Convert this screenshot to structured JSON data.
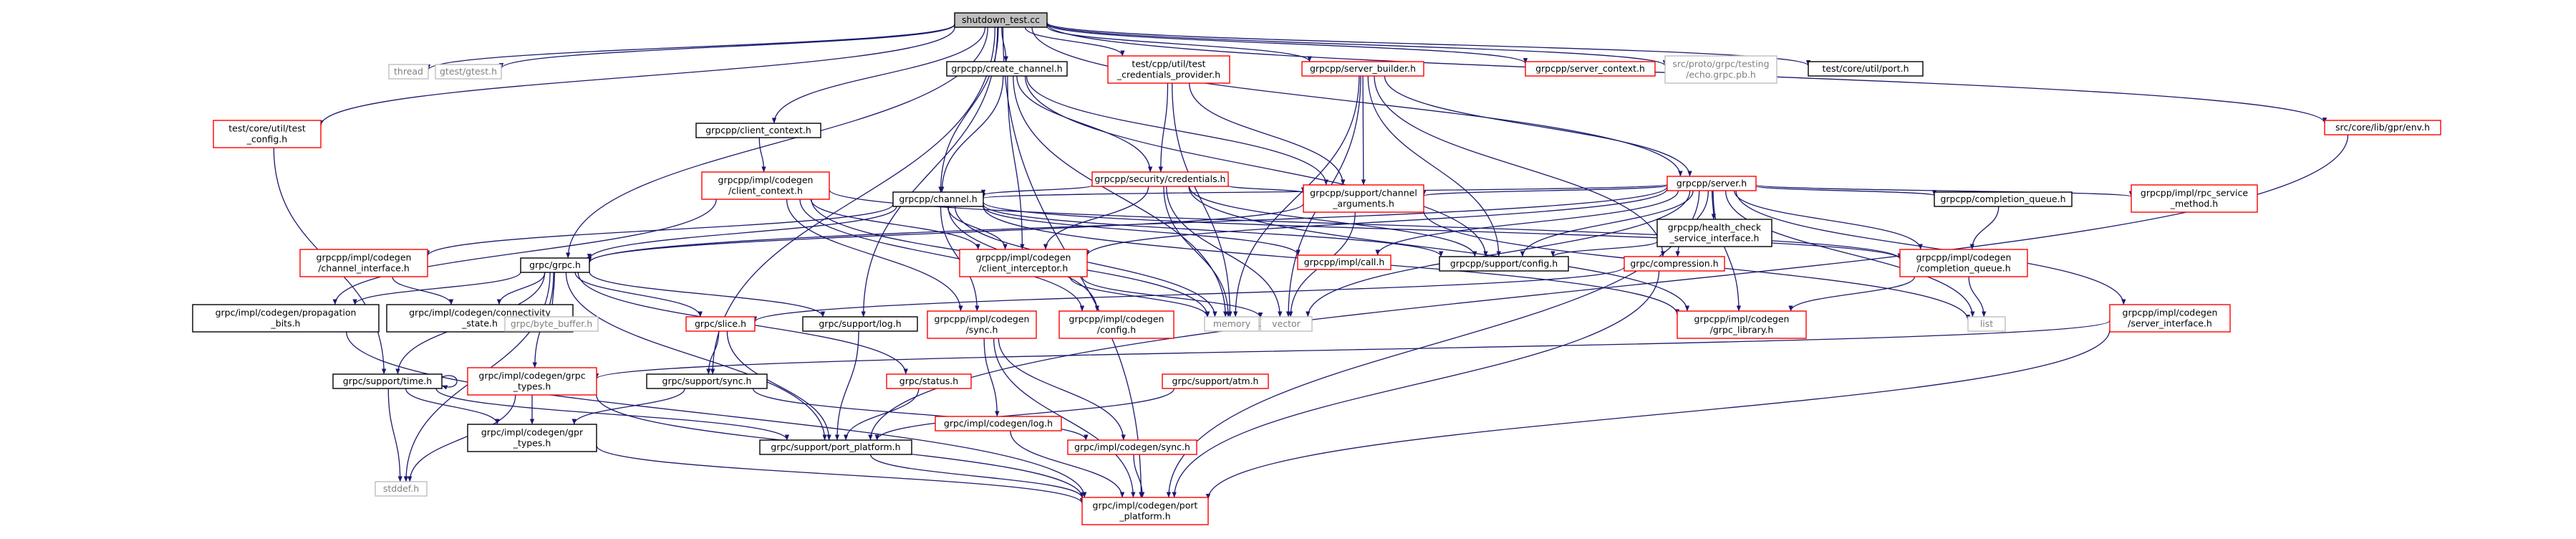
{
  "colors": {
    "edge": "#191970",
    "root_fill": "#bfbfbf",
    "box_black": "#000000",
    "box_red": "#ff0000",
    "box_gray": "#bfbfbf",
    "text": "#000000",
    "text_gray": "#808080"
  },
  "nodes": [
    {
      "id": "n0",
      "lines": [
        "shutdown_test.cc"
      ],
      "style": "root"
    },
    {
      "id": "n1",
      "lines": [
        "thread"
      ],
      "style": "gray"
    },
    {
      "id": "n2",
      "lines": [
        "gtest/gtest.h"
      ],
      "style": "gray"
    },
    {
      "id": "n3",
      "lines": [
        "test/core/util/test",
        "_config.h"
      ],
      "style": "red"
    },
    {
      "id": "n4",
      "lines": [
        "grpcpp/client_context.h"
      ],
      "style": "black"
    },
    {
      "id": "n5",
      "lines": [
        "grpcpp/create_channel.h"
      ],
      "style": "black"
    },
    {
      "id": "n6",
      "lines": [
        "test/cpp/util/test",
        "_credentials_provider.h"
      ],
      "style": "red"
    },
    {
      "id": "n7",
      "lines": [
        "grpcpp/server_builder.h"
      ],
      "style": "red"
    },
    {
      "id": "n8",
      "lines": [
        "grpcpp/server_context.h"
      ],
      "style": "red"
    },
    {
      "id": "n9",
      "lines": [
        "src/proto/grpc/testing",
        "/echo.grpc.pb.h"
      ],
      "style": "gray"
    },
    {
      "id": "n10",
      "lines": [
        "test/core/util/port.h"
      ],
      "style": "black"
    },
    {
      "id": "n11",
      "lines": [
        "grpcpp/impl/codegen",
        "/client_context.h"
      ],
      "style": "red"
    },
    {
      "id": "n12",
      "lines": [
        "grpcpp/security/credentials.h"
      ],
      "style": "red"
    },
    {
      "id": "n13",
      "lines": [
        "grpcpp/server.h"
      ],
      "style": "red"
    },
    {
      "id": "n14",
      "lines": [
        "src/core/lib/gpr/env.h"
      ],
      "style": "red"
    },
    {
      "id": "n15",
      "lines": [
        "grpcpp/channel.h"
      ],
      "style": "black"
    },
    {
      "id": "n16",
      "lines": [
        "grpcpp/support/channel",
        "_arguments.h"
      ],
      "style": "red"
    },
    {
      "id": "n17",
      "lines": [
        "grpcpp/health_check",
        "_service_interface.h"
      ],
      "style": "black"
    },
    {
      "id": "n18",
      "lines": [
        "grpcpp/completion_queue.h"
      ],
      "style": "black"
    },
    {
      "id": "n19",
      "lines": [
        "grpcpp/impl/rpc_service",
        "_method.h"
      ],
      "style": "red"
    },
    {
      "id": "n20",
      "lines": [
        "grpcpp/impl/codegen",
        "/channel_interface.h"
      ],
      "style": "red"
    },
    {
      "id": "n21",
      "lines": [
        "grpc/grpc.h"
      ],
      "style": "black"
    },
    {
      "id": "n22",
      "lines": [
        "grpcpp/impl/codegen",
        "/client_interceptor.h"
      ],
      "style": "red"
    },
    {
      "id": "n23",
      "lines": [
        "grpcpp/impl/call.h"
      ],
      "style": "red"
    },
    {
      "id": "n24",
      "lines": [
        "grpcpp/support/config.h"
      ],
      "style": "black"
    },
    {
      "id": "n25",
      "lines": [
        "grpc/compression.h"
      ],
      "style": "red"
    },
    {
      "id": "n26",
      "lines": [
        "grpcpp/impl/codegen",
        "/completion_queue.h"
      ],
      "style": "red"
    },
    {
      "id": "n27",
      "lines": [
        "grpc/impl/codegen/propagation",
        "_bits.h"
      ],
      "style": "black"
    },
    {
      "id": "n28",
      "lines": [
        "grpc/impl/codegen/connectivity",
        "_state.h"
      ],
      "style": "black"
    },
    {
      "id": "n29",
      "lines": [
        "grpc/byte_buffer.h"
      ],
      "style": "gray"
    },
    {
      "id": "n30",
      "lines": [
        "grpc/slice.h"
      ],
      "style": "red"
    },
    {
      "id": "n31",
      "lines": [
        "grpc/support/log.h"
      ],
      "style": "black"
    },
    {
      "id": "n32",
      "lines": [
        "grpcpp/impl/codegen",
        "/sync.h"
      ],
      "style": "red"
    },
    {
      "id": "n33",
      "lines": [
        "grpcpp/impl/codegen",
        "/config.h"
      ],
      "style": "red"
    },
    {
      "id": "n34",
      "lines": [
        "memory"
      ],
      "style": "gray"
    },
    {
      "id": "n35",
      "lines": [
        "vector"
      ],
      "style": "gray"
    },
    {
      "id": "n36",
      "lines": [
        "grpcpp/impl/codegen",
        "/grpc_library.h"
      ],
      "style": "red"
    },
    {
      "id": "n37",
      "lines": [
        "list"
      ],
      "style": "gray"
    },
    {
      "id": "n38",
      "lines": [
        "grpcpp/impl/codegen",
        "/server_interface.h"
      ],
      "style": "red"
    },
    {
      "id": "n39",
      "lines": [
        "grpc/support/time.h"
      ],
      "style": "black"
    },
    {
      "id": "n40",
      "lines": [
        "grpc/impl/codegen/grpc",
        "_types.h"
      ],
      "style": "red"
    },
    {
      "id": "n41",
      "lines": [
        "grpc/support/sync.h"
      ],
      "style": "black"
    },
    {
      "id": "n42",
      "lines": [
        "grpc/status.h"
      ],
      "style": "red"
    },
    {
      "id": "n43",
      "lines": [
        "grpc/impl/codegen/log.h"
      ],
      "style": "red"
    },
    {
      "id": "n44",
      "lines": [
        "grpc/support/atm.h"
      ],
      "style": "red"
    },
    {
      "id": "n45",
      "lines": [
        "grpc/impl/codegen/gpr",
        "_types.h"
      ],
      "style": "black"
    },
    {
      "id": "n46",
      "lines": [
        "grpc/support/port_platform.h"
      ],
      "style": "black"
    },
    {
      "id": "n47",
      "lines": [
        "grpc/impl/codegen/sync.h"
      ],
      "style": "red"
    },
    {
      "id": "n48",
      "lines": [
        "stddef.h"
      ],
      "style": "gray"
    },
    {
      "id": "n49",
      "lines": [
        "grpc/impl/codegen/port",
        "_platform.h"
      ],
      "style": "red"
    }
  ],
  "edges": [
    [
      "n0",
      "n1"
    ],
    [
      "n0",
      "n2"
    ],
    [
      "n0",
      "n3"
    ],
    [
      "n0",
      "n4"
    ],
    [
      "n0",
      "n5"
    ],
    [
      "n0",
      "n6"
    ],
    [
      "n0",
      "n7"
    ],
    [
      "n0",
      "n8"
    ],
    [
      "n0",
      "n9"
    ],
    [
      "n0",
      "n10"
    ],
    [
      "n0",
      "n21"
    ],
    [
      "n0",
      "n15"
    ],
    [
      "n0",
      "n13"
    ],
    [
      "n0",
      "n14"
    ],
    [
      "n0",
      "n41"
    ],
    [
      "n0",
      "n31"
    ],
    [
      "n0",
      "n49"
    ],
    [
      "n3",
      "n39"
    ],
    [
      "n4",
      "n11"
    ],
    [
      "n11",
      "n27"
    ],
    [
      "n11",
      "n22"
    ],
    [
      "n11",
      "n32"
    ],
    [
      "n11",
      "n34"
    ],
    [
      "n11",
      "n26"
    ],
    [
      "n11",
      "n33"
    ],
    [
      "n5",
      "n15"
    ],
    [
      "n5",
      "n12"
    ],
    [
      "n5",
      "n16"
    ],
    [
      "n5",
      "n24"
    ],
    [
      "n5",
      "n22"
    ],
    [
      "n5",
      "n34"
    ],
    [
      "n6",
      "n12"
    ],
    [
      "n6",
      "n16"
    ],
    [
      "n6",
      "n34"
    ],
    [
      "n7",
      "n13"
    ],
    [
      "n7",
      "n16"
    ],
    [
      "n7",
      "n24"
    ],
    [
      "n7",
      "n25"
    ],
    [
      "n7",
      "n34"
    ],
    [
      "n7",
      "n35"
    ],
    [
      "n12",
      "n15"
    ],
    [
      "n12",
      "n16"
    ],
    [
      "n12",
      "n24"
    ],
    [
      "n12",
      "n22"
    ],
    [
      "n12",
      "n34"
    ],
    [
      "n12",
      "n35"
    ],
    [
      "n12",
      "n36"
    ],
    [
      "n13",
      "n15"
    ],
    [
      "n13",
      "n16"
    ],
    [
      "n13",
      "n17"
    ],
    [
      "n13",
      "n18"
    ],
    [
      "n13",
      "n19"
    ],
    [
      "n13",
      "n24"
    ],
    [
      "n13",
      "n25"
    ],
    [
      "n13",
      "n26"
    ],
    [
      "n13",
      "n23"
    ],
    [
      "n13",
      "n22"
    ],
    [
      "n13",
      "n35"
    ],
    [
      "n13",
      "n37"
    ],
    [
      "n13",
      "n38"
    ],
    [
      "n13",
      "n36"
    ],
    [
      "n13",
      "n21"
    ],
    [
      "n13",
      "n49"
    ],
    [
      "n14",
      "n46"
    ],
    [
      "n15",
      "n20"
    ],
    [
      "n15",
      "n21"
    ],
    [
      "n15",
      "n22"
    ],
    [
      "n15",
      "n23"
    ],
    [
      "n15",
      "n24"
    ],
    [
      "n15",
      "n26"
    ],
    [
      "n15",
      "n32"
    ],
    [
      "n15",
      "n33"
    ],
    [
      "n15",
      "n34"
    ],
    [
      "n15",
      "n36"
    ],
    [
      "n16",
      "n21"
    ],
    [
      "n16",
      "n35"
    ],
    [
      "n16",
      "n37"
    ],
    [
      "n17",
      "n24"
    ],
    [
      "n18",
      "n26"
    ],
    [
      "n20",
      "n28"
    ],
    [
      "n21",
      "n27"
    ],
    [
      "n21",
      "n28"
    ],
    [
      "n21",
      "n29"
    ],
    [
      "n21",
      "n30"
    ],
    [
      "n21",
      "n39"
    ],
    [
      "n21",
      "n40"
    ],
    [
      "n21",
      "n42"
    ],
    [
      "n21",
      "n31"
    ],
    [
      "n21",
      "n46"
    ],
    [
      "n21",
      "n48"
    ],
    [
      "n22",
      "n34"
    ],
    [
      "n22",
      "n35"
    ],
    [
      "n25",
      "n30"
    ],
    [
      "n25",
      "n49"
    ],
    [
      "n26",
      "n36"
    ],
    [
      "n26",
      "n37"
    ],
    [
      "n27",
      "n49"
    ],
    [
      "n30",
      "n41"
    ],
    [
      "n30",
      "n46"
    ],
    [
      "n31",
      "n46"
    ],
    [
      "n32",
      "n43"
    ],
    [
      "n32",
      "n47"
    ],
    [
      "n32",
      "n49"
    ],
    [
      "n38",
      "n40"
    ],
    [
      "n38",
      "n49"
    ],
    [
      "n39",
      "n39"
    ],
    [
      "n39",
      "n45"
    ],
    [
      "n39",
      "n46"
    ],
    [
      "n39",
      "n48"
    ],
    [
      "n40",
      "n45"
    ],
    [
      "n40",
      "n48"
    ],
    [
      "n40",
      "n49"
    ],
    [
      "n41",
      "n45"
    ],
    [
      "n41",
      "n47"
    ],
    [
      "n42",
      "n46"
    ],
    [
      "n43",
      "n49"
    ],
    [
      "n44",
      "n46"
    ],
    [
      "n45",
      "n49"
    ],
    [
      "n46",
      "n49"
    ],
    [
      "n47",
      "n49"
    ]
  ]
}
